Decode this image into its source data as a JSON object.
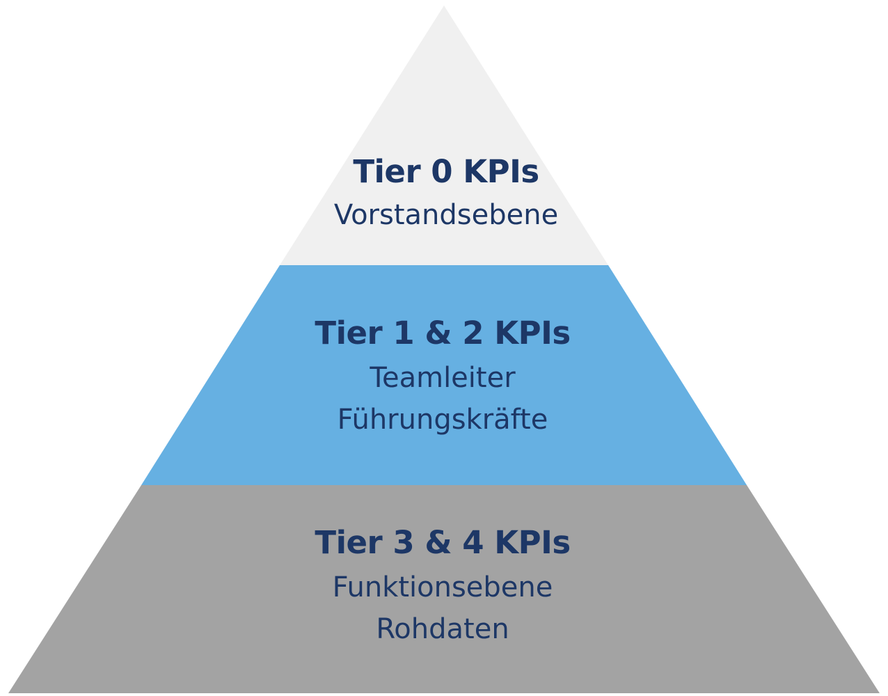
{
  "pyramid": {
    "tiers": [
      {
        "title": "Tier 0 KPIs",
        "lines": [
          "Vorstandsebene"
        ],
        "color": "#f0f0f0"
      },
      {
        "title": "Tier 1 & 2 KPIs",
        "lines": [
          "Teamleiter",
          "Führungskräfte"
        ],
        "color": "#66b0e2"
      },
      {
        "title": "Tier 3 & 4 KPIs",
        "lines": [
          "Funktionsebene",
          "Rohdaten"
        ],
        "color": "#a3a3a3"
      }
    ],
    "text_color": "#1d3766"
  }
}
